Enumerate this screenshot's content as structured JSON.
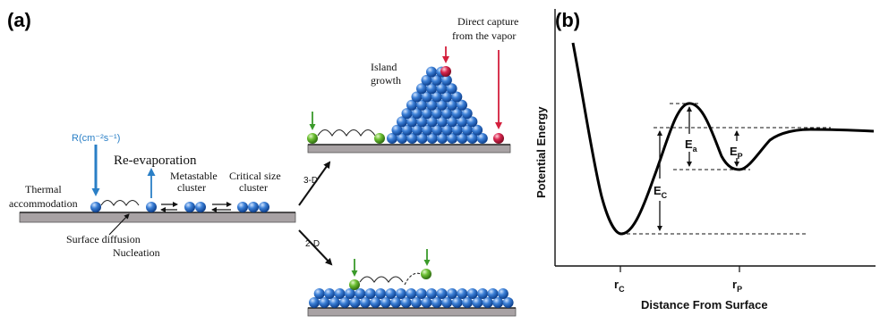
{
  "panel_a": {
    "label": "(a)",
    "flux_label": "R(cm⁻²s⁻¹)",
    "reevaporation": "Re-evaporation",
    "thermal_1": "Thermal",
    "thermal_2": "accommodation",
    "metastable_1": "Metastable",
    "metastable_2": "cluster",
    "critical_1": "Critical size",
    "critical_2": "cluster",
    "surface_diffusion": "Surface diffusion",
    "nucleation": "Nucleation",
    "island_1": "Island",
    "island_2": "growth",
    "direct_1": "Direct capture",
    "direct_2": "from the vapor",
    "path_3d": "3-D",
    "path_2d": "2-D",
    "colors": {
      "atom_blue": "#2f6fc4",
      "atom_green": "#5fb02e",
      "atom_red": "#d6254a",
      "flux_blue": "#2a7fc6",
      "green_arrow": "#3a9a2a",
      "red_arrow": "#d41f3c",
      "substrate": "#a8a2a4"
    }
  },
  "panel_b": {
    "label": "(b)",
    "ylabel": "Potential Energy",
    "xlabel": "Distance From Surface",
    "tick_rc": "r",
    "tick_rc_sub": "C",
    "tick_rp": "r",
    "tick_rp_sub": "P",
    "ec": "E",
    "ec_sub": "C",
    "ea": "E",
    "ea_sub": "a",
    "ep": "E",
    "ep_sub": "P"
  }
}
